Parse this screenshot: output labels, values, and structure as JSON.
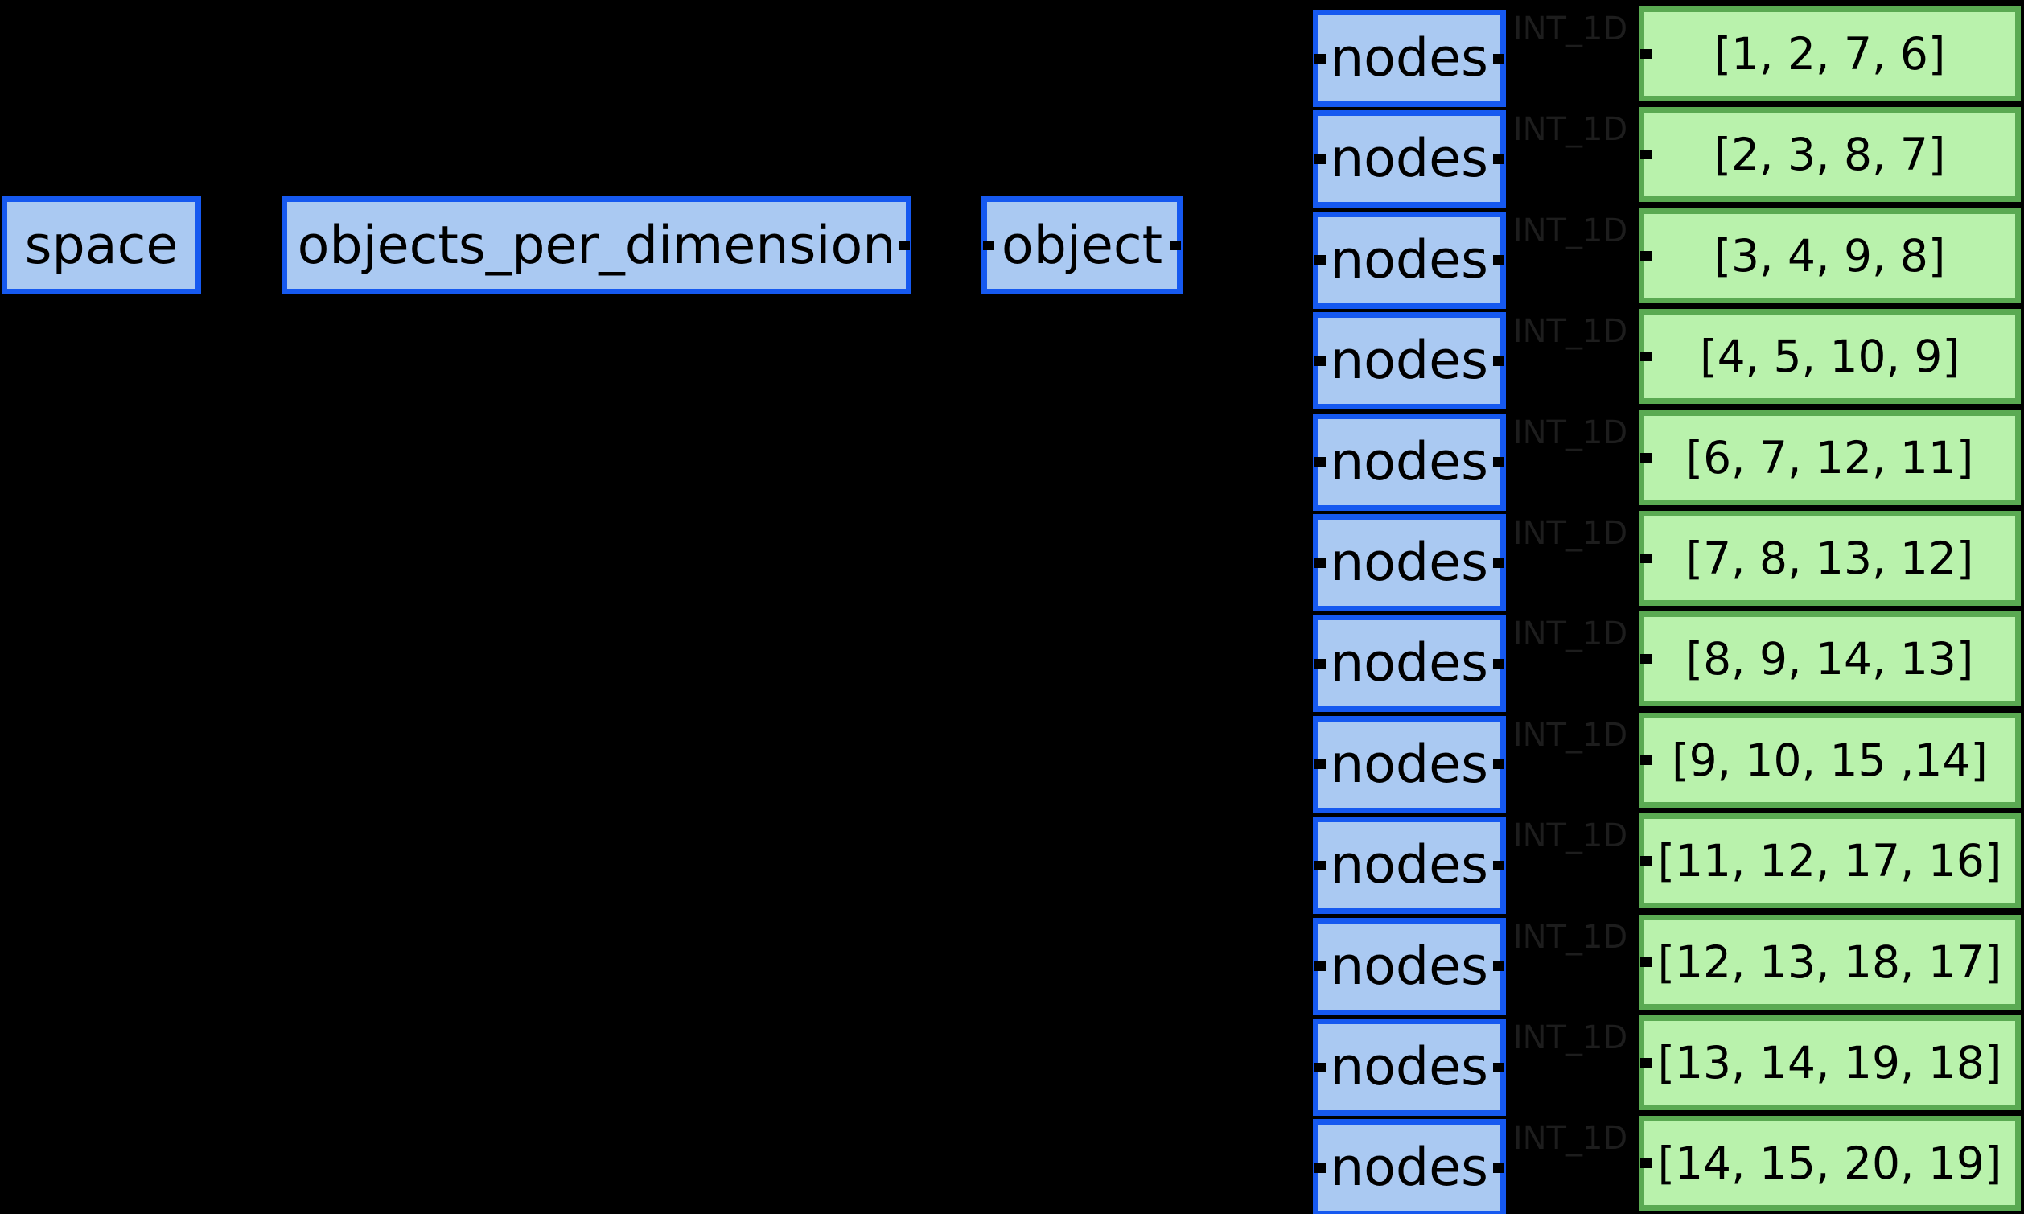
{
  "diagram": {
    "background": "#000000",
    "root_nodes": [
      {
        "label": "space"
      },
      {
        "label": "objects_per_dimension"
      },
      {
        "label": "object"
      }
    ],
    "rows": [
      {
        "node": "nodes",
        "edge_label": "INT_1D",
        "value": "[1, 2, 7, 6]"
      },
      {
        "node": "nodes",
        "edge_label": "INT_1D",
        "value": "[2, 3, 8, 7]"
      },
      {
        "node": "nodes",
        "edge_label": "INT_1D",
        "value": "[3, 4, 9, 8]"
      },
      {
        "node": "nodes",
        "edge_label": "INT_1D",
        "value": "[4, 5, 10, 9]"
      },
      {
        "node": "nodes",
        "edge_label": "INT_1D",
        "value": "[6, 7, 12, 11]"
      },
      {
        "node": "nodes",
        "edge_label": "INT_1D",
        "value": "[7, 8, 13, 12]"
      },
      {
        "node": "nodes",
        "edge_label": "INT_1D",
        "value": "[8, 9, 14, 13]"
      },
      {
        "node": "nodes",
        "edge_label": "INT_1D",
        "value": "[9, 10, 15 ,14]"
      },
      {
        "node": "nodes",
        "edge_label": "INT_1D",
        "value": "[11, 12, 17, 16]"
      },
      {
        "node": "nodes",
        "edge_label": "INT_1D",
        "value": "[12, 13, 18, 17]"
      },
      {
        "node": "nodes",
        "edge_label": "INT_1D",
        "value": "[13, 14, 19, 18]"
      },
      {
        "node": "nodes",
        "edge_label": "INT_1D",
        "value": "[14, 15, 20, 19]"
      }
    ],
    "colors": {
      "node_border": "#1659f0",
      "node_fill": "#aac9f2",
      "array_border": "#5aaa52",
      "array_fill": "#b9f2ac",
      "edge_label_text": "#1d1d1d",
      "node_text": "#000000",
      "edge_color": "#000000"
    }
  }
}
